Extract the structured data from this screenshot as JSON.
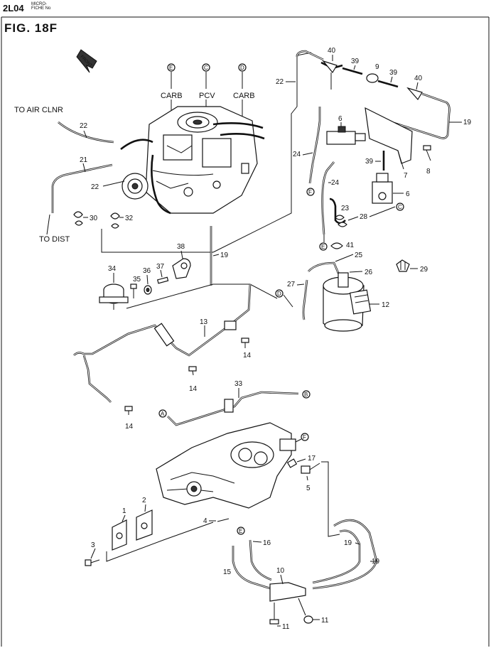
{
  "header": {
    "code": "2L04",
    "microfiche_line1": "MICRO-",
    "microfiche_line2": "FICHE No"
  },
  "figure": {
    "title": "FIG. 18F"
  },
  "connector_letters": {
    "top_e": "E",
    "top_c": "C",
    "top_d": "D",
    "f_left": "F",
    "c_right": "C",
    "e_mid": "E",
    "d_mid": "D",
    "b_right": "B",
    "a_left": "A",
    "f_manifold": "F",
    "e_bottom": "E"
  },
  "captions": {
    "carb_1": "CARB",
    "pcv": "PCV",
    "carb_2": "CARB",
    "to_air_clnr": "TO AIR CLNR",
    "to_dist": "TO DIST"
  },
  "callouts": {
    "c40a": "40",
    "c39a": "39",
    "c9": "9",
    "c39b": "39",
    "c40b": "40",
    "c22a": "22",
    "c19a": "19",
    "c6a": "6",
    "c8": "8",
    "c39c": "39",
    "c7": "7",
    "c24a": "24",
    "c24b": "24",
    "c6b": "6",
    "c23": "23",
    "c28": "28",
    "c22b": "22",
    "c21": "21",
    "c22c": "22",
    "c30": "30",
    "c32": "32",
    "c38": "38",
    "c19b": "19",
    "c41": "41",
    "c25": "25",
    "c26": "26",
    "c29": "29",
    "c34": "34",
    "c35": "35",
    "c36": "36",
    "c37": "37",
    "c27": "27",
    "c12": "12",
    "c13": "13",
    "c14a": "14",
    "c14b": "14",
    "c14c": "14",
    "c33": "33",
    "c17": "17",
    "c5": "5",
    "c2": "2",
    "c1": "1",
    "c4": "4",
    "c3": "3",
    "c16": "16",
    "c19c": "19",
    "c19d": "19",
    "c15": "15",
    "c10": "10",
    "c11a": "11",
    "c11b": "11"
  }
}
